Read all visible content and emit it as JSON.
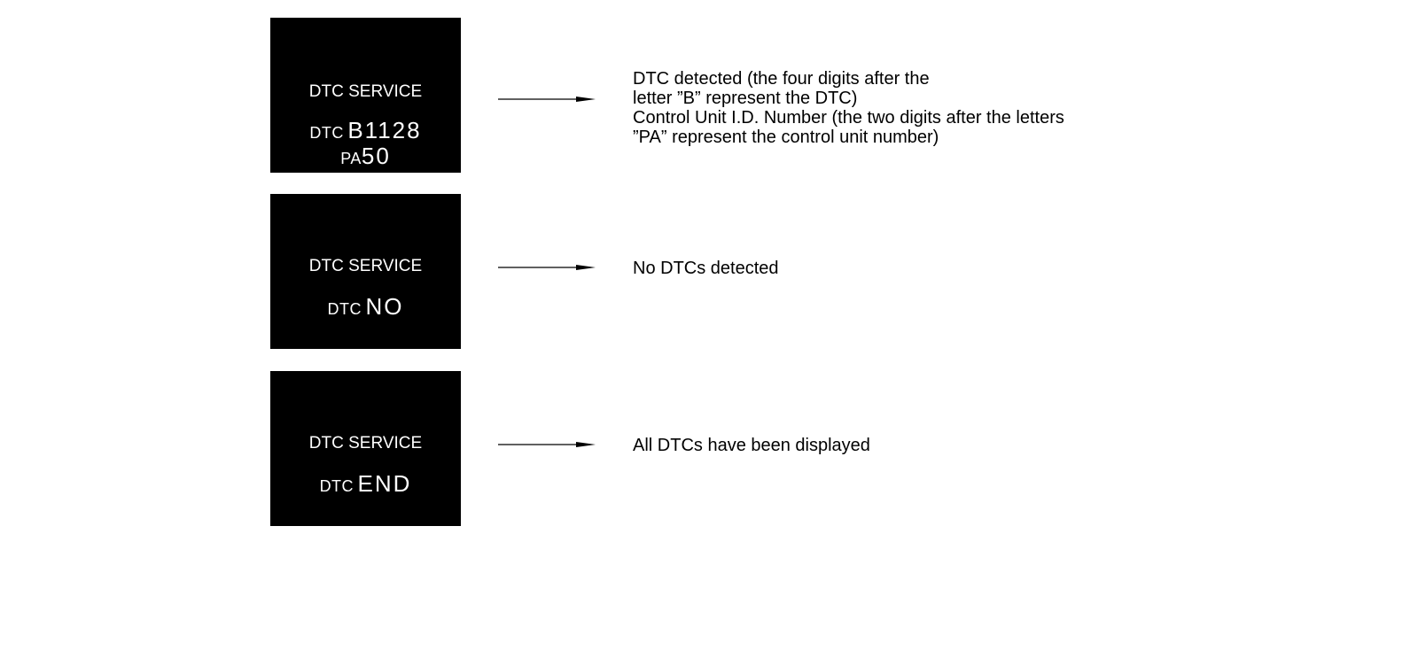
{
  "panels": [
    {
      "screen_title": "DTC SERVICE",
      "dtc_label": "DTC",
      "dtc_value": "B1128",
      "pa_label": "PA",
      "pa_value": "50",
      "description": [
        "DTC detected (the four digits after the",
        "letter ”B” represent the DTC)",
        "Control Unit I.D. Number (the two digits after the letters",
        "”PA” represent the control unit number)"
      ]
    },
    {
      "screen_title": "DTC SERVICE",
      "dtc_label": "DTC",
      "dtc_value": "NO",
      "description": [
        "No DTCs detected"
      ]
    },
    {
      "screen_title": "DTC SERVICE",
      "dtc_label": "DTC",
      "dtc_value": "END",
      "description": [
        "All DTCs have been displayed"
      ]
    }
  ]
}
